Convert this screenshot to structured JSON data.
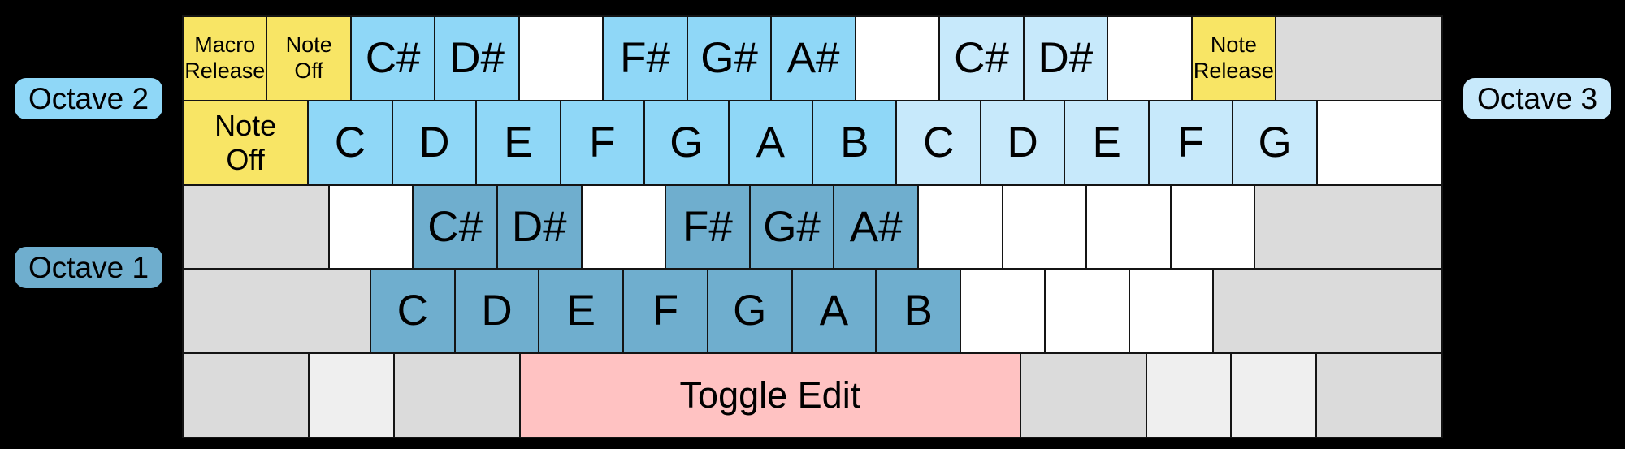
{
  "labels": {
    "octave2": "Octave 2",
    "octave1": "Octave 1",
    "octave3": "Octave 3"
  },
  "colors": {
    "background": "#000000",
    "line": "#141414",
    "text": "#000000",
    "yellow": "#F8E565",
    "octave2_blue": "#8FD7F7",
    "octave3_blue": "#C7E9FB",
    "octave1_blue": "#6FAECE",
    "white_key": "#FFFFFF",
    "gray_key": "#DBDBDB",
    "light_gray_key": "#EFEFEF",
    "pink": "#FFC2C2"
  },
  "keyboard": {
    "rows": [
      {
        "name": "number-row",
        "keys": [
          {
            "name": "key-macro-release",
            "label": "Macro\nRelease",
            "u": 1,
            "color": "yellow",
            "size": "small"
          },
          {
            "name": "key-note-off",
            "label": "Note\nOff",
            "u": 1,
            "color": "yellow",
            "size": "small"
          },
          {
            "name": "key-csharp-octave2",
            "label": "C#",
            "u": 1,
            "color": "octave2_blue",
            "size": "note"
          },
          {
            "name": "key-dsharp-octave2",
            "label": "D#",
            "u": 1,
            "color": "octave2_blue",
            "size": "note"
          },
          {
            "name": "key-unassigned",
            "label": "",
            "u": 1,
            "color": "white_key",
            "size": "note"
          },
          {
            "name": "key-fsharp-octave2",
            "label": "F#",
            "u": 1,
            "color": "octave2_blue",
            "size": "note"
          },
          {
            "name": "key-gsharp-octave2",
            "label": "G#",
            "u": 1,
            "color": "octave2_blue",
            "size": "note"
          },
          {
            "name": "key-asharp-octave2",
            "label": "A#",
            "u": 1,
            "color": "octave2_blue",
            "size": "note"
          },
          {
            "name": "key-unassigned",
            "label": "",
            "u": 1,
            "color": "white_key",
            "size": "note"
          },
          {
            "name": "key-csharp-octave3",
            "label": "C#",
            "u": 1,
            "color": "octave3_blue",
            "size": "note"
          },
          {
            "name": "key-dsharp-octave3",
            "label": "D#",
            "u": 1,
            "color": "octave3_blue",
            "size": "note"
          },
          {
            "name": "key-unassigned",
            "label": "",
            "u": 1,
            "color": "white_key",
            "size": "note"
          },
          {
            "name": "key-note-release",
            "label": "Note\nRelease",
            "u": 1,
            "color": "yellow",
            "size": "small"
          },
          {
            "name": "key-backspace",
            "label": "",
            "u": 2,
            "color": "gray_key",
            "size": "note"
          }
        ]
      },
      {
        "name": "qwerty-row",
        "keys": [
          {
            "name": "key-tab-note-off",
            "label": "Note\nOff",
            "u": 1.5,
            "color": "yellow",
            "size": "medium"
          },
          {
            "name": "key-c-octave2",
            "label": "C",
            "u": 1,
            "color": "octave2_blue",
            "size": "note"
          },
          {
            "name": "key-d-octave2",
            "label": "D",
            "u": 1,
            "color": "octave2_blue",
            "size": "note"
          },
          {
            "name": "key-e-octave2",
            "label": "E",
            "u": 1,
            "color": "octave2_blue",
            "size": "note"
          },
          {
            "name": "key-f-octave2",
            "label": "F",
            "u": 1,
            "color": "octave2_blue",
            "size": "note"
          },
          {
            "name": "key-g-octave2",
            "label": "G",
            "u": 1,
            "color": "octave2_blue",
            "size": "note"
          },
          {
            "name": "key-a-octave2",
            "label": "A",
            "u": 1,
            "color": "octave2_blue",
            "size": "note"
          },
          {
            "name": "key-b-octave2",
            "label": "B",
            "u": 1,
            "color": "octave2_blue",
            "size": "note"
          },
          {
            "name": "key-c-octave3",
            "label": "C",
            "u": 1,
            "color": "octave3_blue",
            "size": "note"
          },
          {
            "name": "key-d-octave3",
            "label": "D",
            "u": 1,
            "color": "octave3_blue",
            "size": "note"
          },
          {
            "name": "key-e-octave3",
            "label": "E",
            "u": 1,
            "color": "octave3_blue",
            "size": "note"
          },
          {
            "name": "key-f-octave3",
            "label": "F",
            "u": 1,
            "color": "octave3_blue",
            "size": "note"
          },
          {
            "name": "key-g-octave3",
            "label": "G",
            "u": 1,
            "color": "octave3_blue",
            "size": "note"
          },
          {
            "name": "key-backslash",
            "label": "",
            "u": 1.5,
            "color": "white_key",
            "size": "note"
          }
        ]
      },
      {
        "name": "home-row",
        "keys": [
          {
            "name": "key-capslock",
            "label": "",
            "u": 1.75,
            "color": "gray_key",
            "size": "note"
          },
          {
            "name": "key-unassigned",
            "label": "",
            "u": 1,
            "color": "white_key",
            "size": "note"
          },
          {
            "name": "key-csharp-octave1",
            "label": "C#",
            "u": 1,
            "color": "octave1_blue",
            "size": "note"
          },
          {
            "name": "key-dsharp-octave1",
            "label": "D#",
            "u": 1,
            "color": "octave1_blue",
            "size": "note"
          },
          {
            "name": "key-unassigned",
            "label": "",
            "u": 1,
            "color": "white_key",
            "size": "note"
          },
          {
            "name": "key-fsharp-octave1",
            "label": "F#",
            "u": 1,
            "color": "octave1_blue",
            "size": "note"
          },
          {
            "name": "key-gsharp-octave1",
            "label": "G#",
            "u": 1,
            "color": "octave1_blue",
            "size": "note"
          },
          {
            "name": "key-asharp-octave1",
            "label": "A#",
            "u": 1,
            "color": "octave1_blue",
            "size": "note"
          },
          {
            "name": "key-unassigned",
            "label": "",
            "u": 1,
            "color": "white_key",
            "size": "note"
          },
          {
            "name": "key-unassigned",
            "label": "",
            "u": 1,
            "color": "white_key",
            "size": "note"
          },
          {
            "name": "key-unassigned",
            "label": "",
            "u": 1,
            "color": "white_key",
            "size": "note"
          },
          {
            "name": "key-unassigned",
            "label": "",
            "u": 1,
            "color": "white_key",
            "size": "note"
          },
          {
            "name": "key-enter",
            "label": "",
            "u": 2.25,
            "color": "gray_key",
            "size": "note"
          }
        ]
      },
      {
        "name": "shift-row",
        "keys": [
          {
            "name": "key-left-shift",
            "label": "",
            "u": 2.25,
            "color": "gray_key",
            "size": "note"
          },
          {
            "name": "key-c-octave1",
            "label": "C",
            "u": 1,
            "color": "octave1_blue",
            "size": "note"
          },
          {
            "name": "key-d-octave1",
            "label": "D",
            "u": 1,
            "color": "octave1_blue",
            "size": "note"
          },
          {
            "name": "key-e-octave1",
            "label": "E",
            "u": 1,
            "color": "octave1_blue",
            "size": "note"
          },
          {
            "name": "key-f-octave1",
            "label": "F",
            "u": 1,
            "color": "octave1_blue",
            "size": "note"
          },
          {
            "name": "key-g-octave1",
            "label": "G",
            "u": 1,
            "color": "octave1_blue",
            "size": "note"
          },
          {
            "name": "key-a-octave1",
            "label": "A",
            "u": 1,
            "color": "octave1_blue",
            "size": "note"
          },
          {
            "name": "key-b-octave1",
            "label": "B",
            "u": 1,
            "color": "octave1_blue",
            "size": "note"
          },
          {
            "name": "key-unassigned",
            "label": "",
            "u": 1,
            "color": "white_key",
            "size": "note"
          },
          {
            "name": "key-unassigned",
            "label": "",
            "u": 1,
            "color": "white_key",
            "size": "note"
          },
          {
            "name": "key-unassigned",
            "label": "",
            "u": 1,
            "color": "white_key",
            "size": "note"
          },
          {
            "name": "key-right-shift",
            "label": "",
            "u": 2.75,
            "color": "gray_key",
            "size": "note"
          }
        ]
      },
      {
        "name": "modifier-row",
        "keys": [
          {
            "name": "key-left-ctrl",
            "label": "",
            "u": 1.5,
            "color": "gray_key",
            "size": "note"
          },
          {
            "name": "key-left-win",
            "label": "",
            "u": 1,
            "color": "light_gray_key",
            "size": "note"
          },
          {
            "name": "key-left-alt",
            "label": "",
            "u": 1.5,
            "color": "gray_key",
            "size": "note"
          },
          {
            "name": "key-space-toggle-edit",
            "label": "Toggle Edit",
            "u": 6,
            "color": "pink",
            "size": "space"
          },
          {
            "name": "key-right-alt",
            "label": "",
            "u": 1.5,
            "color": "gray_key",
            "size": "note"
          },
          {
            "name": "key-right-win",
            "label": "",
            "u": 1,
            "color": "light_gray_key",
            "size": "note"
          },
          {
            "name": "key-menu",
            "label": "",
            "u": 1,
            "color": "light_gray_key",
            "size": "note"
          },
          {
            "name": "key-right-ctrl",
            "label": "",
            "u": 1.5,
            "color": "gray_key",
            "size": "note"
          }
        ]
      }
    ]
  }
}
